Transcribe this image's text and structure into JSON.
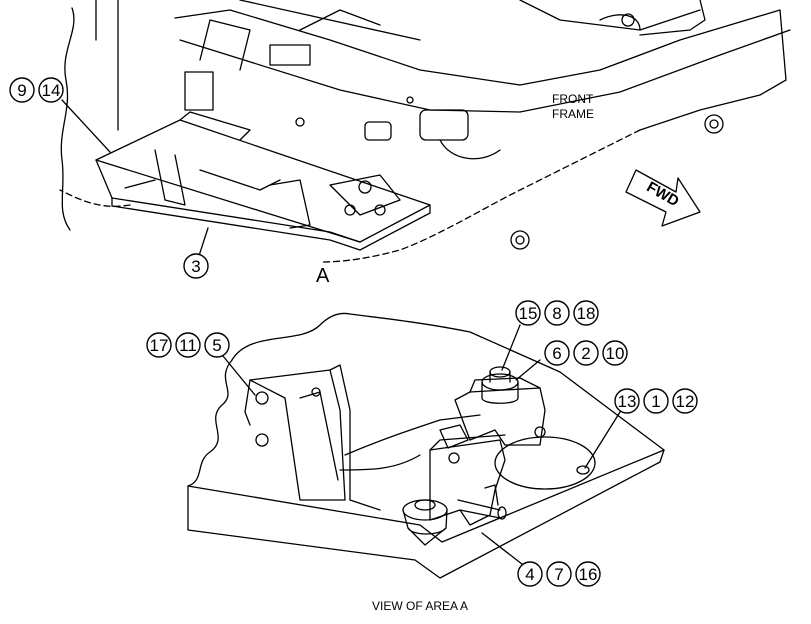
{
  "labels": {
    "front_frame_line1": "FRONT",
    "front_frame_line2": "FRAME",
    "fwd": "FWD",
    "area_letter": "A",
    "caption": "VIEW OF AREA A"
  },
  "callouts": {
    "top_left": [
      "9",
      "14"
    ],
    "top_bottom": [
      "3"
    ],
    "detail_left": [
      "17",
      "11",
      "5"
    ],
    "detail_top": [
      "15",
      "8",
      "18"
    ],
    "detail_mid": [
      "6",
      "2",
      "10"
    ],
    "detail_right": [
      "13",
      "1",
      "12"
    ],
    "detail_bottom": [
      "4",
      "7",
      "16"
    ]
  }
}
